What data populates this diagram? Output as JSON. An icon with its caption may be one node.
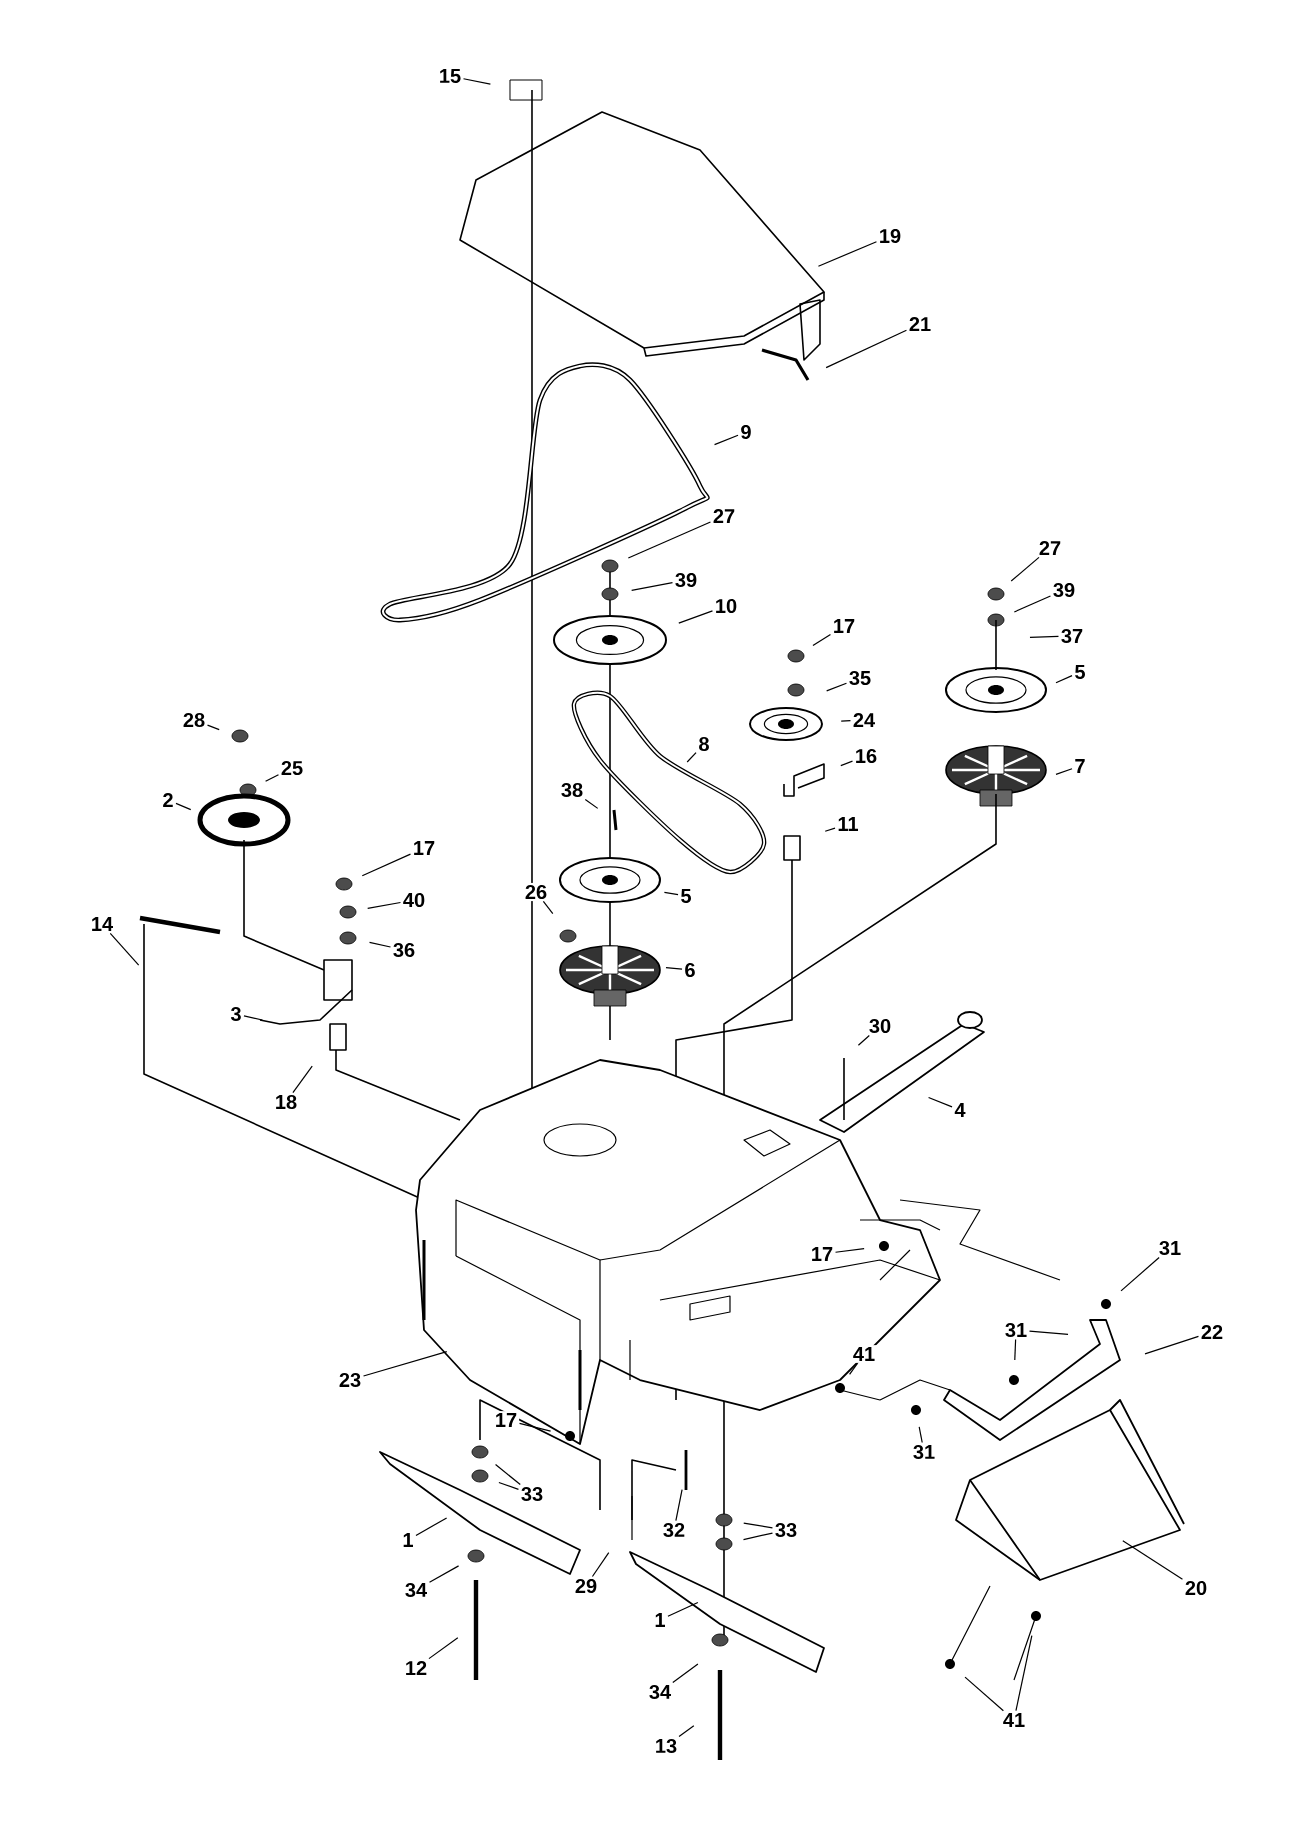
{
  "diagram": {
    "nodes": [
      {
        "text": [
          "15"
        ]
      },
      {
        "text": [
          "19"
        ]
      },
      {
        "text": [
          "21"
        ]
      },
      {
        "text": [
          "9"
        ]
      },
      {
        "text": [
          "27"
        ]
      },
      {
        "text": [
          "27"
        ]
      },
      {
        "text": [
          "39"
        ]
      },
      {
        "text": [
          "39"
        ]
      },
      {
        "text": [
          "10"
        ]
      },
      {
        "text": [
          "17"
        ]
      },
      {
        "text": [
          "37"
        ]
      },
      {
        "text": [
          "5"
        ]
      },
      {
        "text": [
          "35"
        ]
      },
      {
        "text": [
          "24"
        ]
      },
      {
        "text": [
          "28"
        ]
      },
      {
        "text": [
          "8"
        ]
      },
      {
        "text": [
          "16"
        ]
      },
      {
        "text": [
          "7"
        ]
      },
      {
        "text": [
          "25"
        ]
      },
      {
        "text": [
          "38"
        ]
      },
      {
        "text": [
          "2"
        ]
      },
      {
        "text": [
          "11"
        ]
      },
      {
        "text": [
          "17"
        ]
      },
      {
        "text": [
          "5"
        ]
      },
      {
        "text": [
          "40"
        ]
      },
      {
        "text": [
          "26"
        ]
      },
      {
        "text": [
          "14"
        ]
      },
      {
        "text": [
          "36"
        ]
      },
      {
        "text": [
          "6"
        ]
      },
      {
        "text": [
          "3"
        ]
      },
      {
        "text": [
          "30"
        ]
      },
      {
        "text": [
          "18"
        ]
      },
      {
        "text": [
          "4"
        ]
      },
      {
        "text": [
          "31"
        ]
      },
      {
        "text": [
          "17"
        ]
      },
      {
        "text": [
          "31"
        ]
      },
      {
        "text": [
          "22"
        ]
      },
      {
        "text": [
          "41"
        ]
      },
      {
        "text": [
          "23"
        ]
      },
      {
        "text": [
          "17"
        ]
      },
      {
        "text": [
          "31"
        ]
      },
      {
        "text": [
          "33"
        ]
      },
      {
        "text": [
          "32"
        ]
      },
      {
        "text": [
          "33"
        ]
      },
      {
        "text": [
          "1"
        ]
      },
      {
        "text": [
          "29"
        ]
      },
      {
        "text": [
          "20"
        ]
      },
      {
        "text": [
          "34"
        ]
      },
      {
        "text": [
          "1"
        ]
      },
      {
        "text": [
          "12"
        ]
      },
      {
        "text": [
          "34"
        ]
      },
      {
        "text": [
          "41"
        ]
      },
      {
        "text": [
          "13"
        ]
      }
    ],
    "edges": [
      {
        "from": 0,
        "to": null,
        "arrow": "none"
      },
      {
        "from": 1,
        "to": null,
        "arrow": "none"
      },
      {
        "from": 2,
        "to": null,
        "arrow": "none"
      },
      {
        "from": 3,
        "to": null,
        "arrow": "none"
      },
      {
        "from": 4,
        "to": null,
        "arrow": "none"
      },
      {
        "from": 5,
        "to": null,
        "arrow": "none"
      },
      {
        "from": 6,
        "to": null,
        "arrow": "none"
      },
      {
        "from": 7,
        "to": null,
        "arrow": "none"
      },
      {
        "from": 8,
        "to": null,
        "arrow": "none"
      },
      {
        "from": 9,
        "to": null,
        "arrow": "none"
      },
      {
        "from": 10,
        "to": null,
        "arrow": "none"
      },
      {
        "from": 11,
        "to": null,
        "arrow": "none"
      },
      {
        "from": 12,
        "to": null,
        "arrow": "none"
      },
      {
        "from": 13,
        "to": null,
        "arrow": "none"
      },
      {
        "from": 14,
        "to": null,
        "arrow": "none"
      },
      {
        "from": 15,
        "to": null,
        "arrow": "none"
      },
      {
        "from": 16,
        "to": null,
        "arrow": "none"
      },
      {
        "from": 17,
        "to": null,
        "arrow": "none"
      },
      {
        "from": 18,
        "to": null,
        "arrow": "none"
      },
      {
        "from": 19,
        "to": null,
        "arrow": "none"
      },
      {
        "from": 20,
        "to": null,
        "arrow": "none"
      },
      {
        "from": 21,
        "to": null,
        "arrow": "none"
      },
      {
        "from": 22,
        "to": null,
        "arrow": "none"
      },
      {
        "from": 23,
        "to": null,
        "arrow": "none"
      },
      {
        "from": 24,
        "to": null,
        "arrow": "none"
      },
      {
        "from": 25,
        "to": null,
        "arrow": "none"
      },
      {
        "from": 26,
        "to": null,
        "arrow": "none"
      },
      {
        "from": 27,
        "to": null,
        "arrow": "none"
      },
      {
        "from": 28,
        "to": null,
        "arrow": "none"
      },
      {
        "from": 29,
        "to": null,
        "arrow": "none"
      },
      {
        "from": 30,
        "to": null,
        "arrow": "none"
      },
      {
        "from": 31,
        "to": null,
        "arrow": "none"
      },
      {
        "from": 32,
        "to": null,
        "arrow": "none"
      },
      {
        "from": 33,
        "to": null,
        "arrow": "none"
      },
      {
        "from": 34,
        "to": null,
        "arrow": "none"
      },
      {
        "from": 35,
        "to": null,
        "arrow": "none"
      },
      {
        "from": 35,
        "to": null,
        "arrow": "none"
      },
      {
        "from": 36,
        "to": null,
        "arrow": "none"
      },
      {
        "from": 37,
        "to": null,
        "arrow": "none"
      },
      {
        "from": 38,
        "to": null,
        "arrow": "none"
      },
      {
        "from": 39,
        "to": null,
        "arrow": "none"
      },
      {
        "from": 40,
        "to": null,
        "arrow": "none"
      },
      {
        "from": 41,
        "to": null,
        "arrow": "none"
      },
      {
        "from": 41,
        "to": null,
        "arrow": "none"
      },
      {
        "from": 42,
        "to": null,
        "arrow": "none"
      },
      {
        "from": 43,
        "to": null,
        "arrow": "none"
      },
      {
        "from": 43,
        "to": null,
        "arrow": "none"
      },
      {
        "from": 44,
        "to": null,
        "arrow": "none"
      },
      {
        "from": 45,
        "to": null,
        "arrow": "none"
      },
      {
        "from": 46,
        "to": null,
        "arrow": "none"
      },
      {
        "from": 47,
        "to": null,
        "arrow": "none"
      },
      {
        "from": 48,
        "to": null,
        "arrow": "none"
      },
      {
        "from": 49,
        "to": null,
        "arrow": "none"
      },
      {
        "from": 50,
        "to": null,
        "arrow": "none"
      },
      {
        "from": 51,
        "to": null,
        "arrow": "none"
      },
      {
        "from": 51,
        "to": null,
        "arrow": "none"
      },
      {
        "from": 52,
        "to": null,
        "arrow": "none"
      }
    ]
  }
}
